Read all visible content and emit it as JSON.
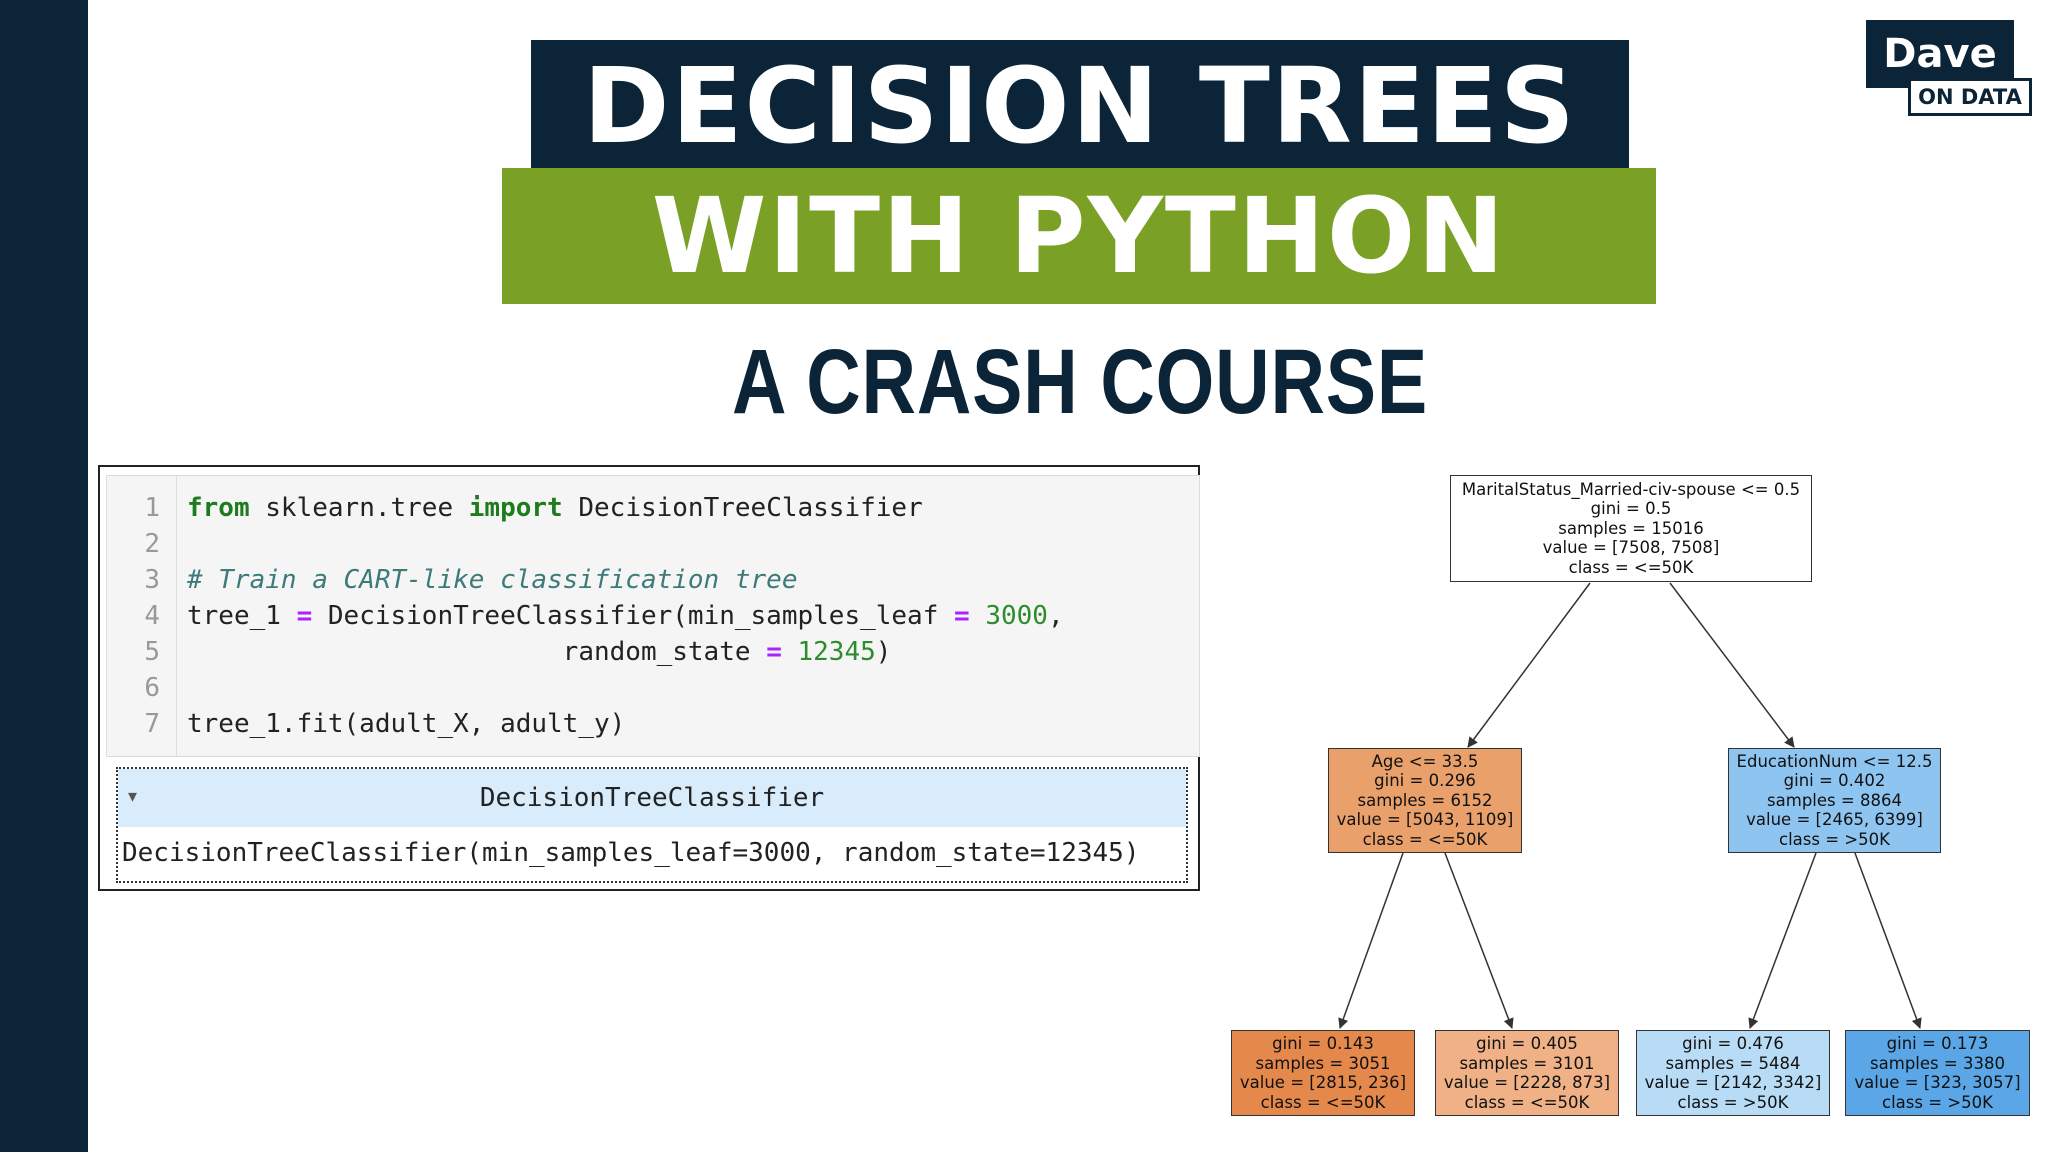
{
  "title": {
    "line1": "DECISION TREES",
    "line2": "WITH PYTHON",
    "subtitle": "A CRASH COURSE"
  },
  "logo": {
    "name": "Dave",
    "tagline": "ON DATA"
  },
  "colors": {
    "navy": "#0b2437",
    "green": "#7aa126",
    "orange_dark": "#e5884b",
    "blue_dark": "#5aa6e6"
  },
  "notebook": {
    "line_numbers": [
      "1",
      "2",
      "3",
      "4",
      "5",
      "6",
      "7"
    ],
    "code": {
      "l1_kw1": "from",
      "l1_mod": " sklearn.tree ",
      "l1_kw2": "import",
      "l1_cls": " DecisionTreeClassifier",
      "l3_comment": "# Train a CART-like classification tree",
      "l4_a": "tree_1 ",
      "l4_op": "=",
      "l4_b": " DecisionTreeClassifier(min_samples_leaf ",
      "l4_op2": "=",
      "l4_sp": " ",
      "l4_num": "3000",
      "l4_c": ",",
      "l5_pad": "                        random_state ",
      "l5_op": "=",
      "l5_sp": " ",
      "l5_num": "12345",
      "l5_c": ")",
      "l7": "tree_1.fit(adult_X, adult_y)"
    },
    "output": {
      "toggle": "▾",
      "title": "DecisionTreeClassifier",
      "repr": "DecisionTreeClassifier(min_samples_leaf=3000, random_state=12345)"
    }
  },
  "tree": {
    "root": {
      "lines": [
        "MaritalStatus_Married-civ-spouse <= 0.5",
        "gini = 0.5",
        "samples = 15016",
        "value = [7508, 7508]",
        "class = <=50K"
      ],
      "fill": "#ffffff"
    },
    "left": {
      "lines": [
        "Age <= 33.5",
        "gini = 0.296",
        "samples = 6152",
        "value = [5043, 1109]",
        "class = <=50K"
      ],
      "fill": "#e9a06b"
    },
    "right": {
      "lines": [
        "EducationNum <= 12.5",
        "gini = 0.402",
        "samples = 8864",
        "value = [2465, 6399]",
        "class = >50K"
      ],
      "fill": "#8ec4f0"
    },
    "ll": {
      "lines": [
        "gini = 0.143",
        "samples = 3051",
        "value = [2815, 236]",
        "class = <=50K"
      ],
      "fill": "#e5884b"
    },
    "lr": {
      "lines": [
        "gini = 0.405",
        "samples = 3101",
        "value = [2228, 873]",
        "class = <=50K"
      ],
      "fill": "#efb185"
    },
    "rl": {
      "lines": [
        "gini = 0.476",
        "samples = 5484",
        "value = [2142, 3342]",
        "class = >50K"
      ],
      "fill": "#b9dcf6"
    },
    "rr": {
      "lines": [
        "gini = 0.173",
        "samples = 3380",
        "value = [323, 3057]",
        "class = >50K"
      ],
      "fill": "#5aa6e6"
    }
  }
}
